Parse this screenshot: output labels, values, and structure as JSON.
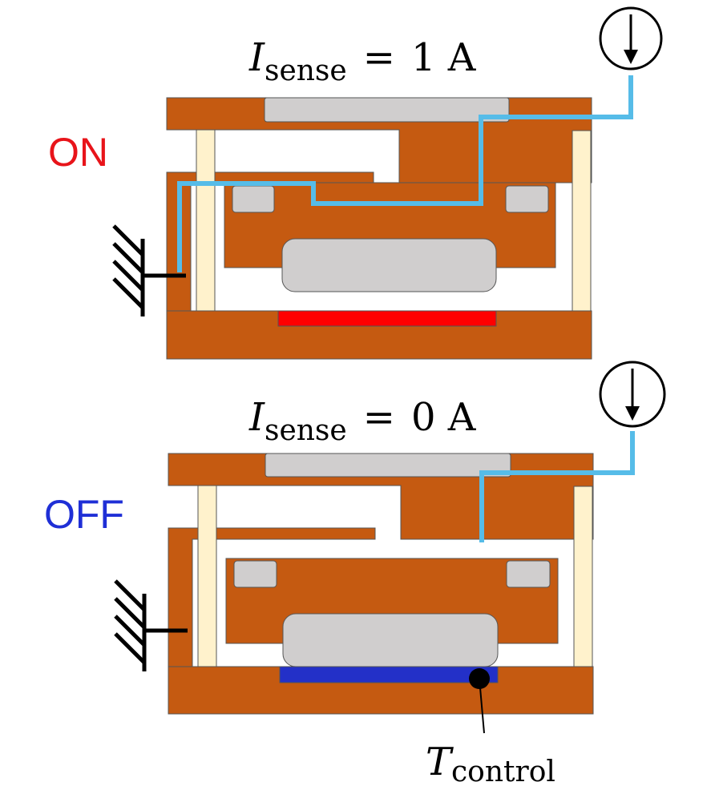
{
  "diagrams": [
    {
      "id": "on",
      "state_label": "ON",
      "state_color": "#e8141a",
      "current": {
        "symbol": "I",
        "subscript": "sense",
        "equals": "=",
        "value": "1 A"
      },
      "heater_color": "#ff0000"
    },
    {
      "id": "off",
      "state_label": "OFF",
      "state_color": "#1f2fd6",
      "current": {
        "symbol": "I",
        "subscript": "sense",
        "equals": "=",
        "value": "0 A"
      },
      "heater_color": "#2330c8"
    }
  ],
  "temperature_label": {
    "symbol": "T",
    "subscript": "control"
  },
  "colors": {
    "body": "#c55a11",
    "core": "#d0cece",
    "pillar": "#fff2cc",
    "wire": "#56bce8",
    "ground": "#000000"
  },
  "icons": [
    "current-source-icon",
    "ground-icon",
    "thermometer-point-icon"
  ]
}
